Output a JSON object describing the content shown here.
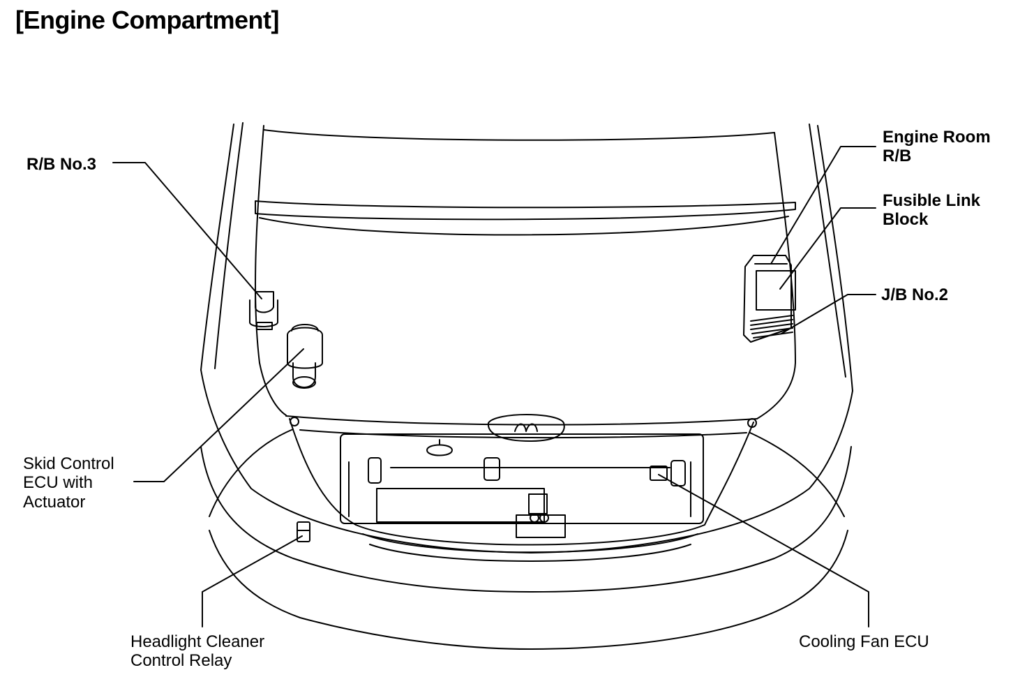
{
  "title": "[Engine Compartment]",
  "labels": {
    "rb3": "R/B No.3",
    "engine_room_rb_line1": "Engine Room",
    "engine_room_rb_line2": "R/B",
    "fusible_line1": "Fusible Link",
    "fusible_line2": "Block",
    "jb2": "J/B No.2",
    "skid_line1": "Skid Control",
    "skid_line2": "ECU with",
    "skid_line3": "Actuator",
    "headlight_line1": "Headlight Cleaner",
    "headlight_line2": "Control Relay",
    "cooling_fan": "Cooling Fan ECU"
  }
}
